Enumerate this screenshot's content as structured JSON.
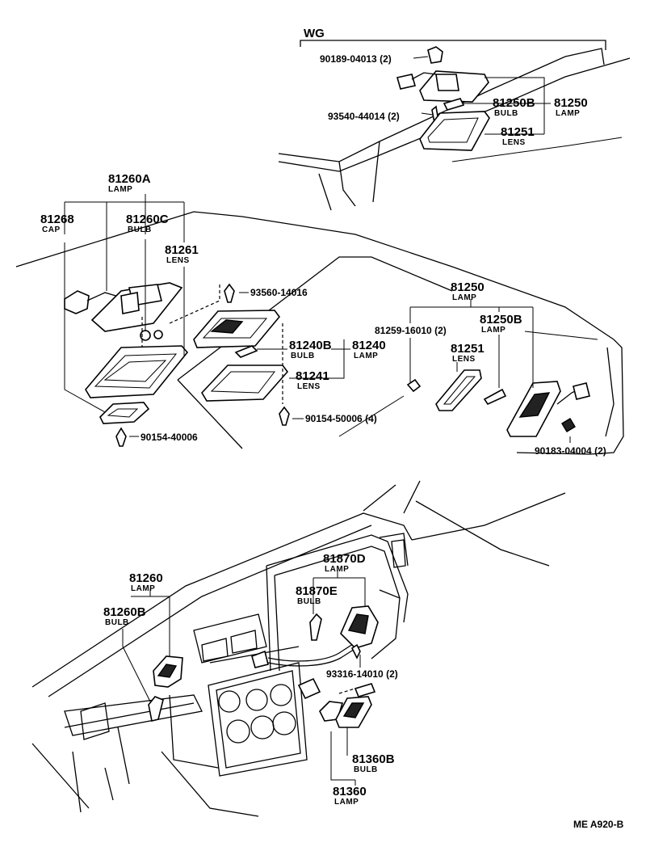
{
  "diagram": {
    "variant_label": "WG",
    "footer_code": "ME  A920-B",
    "labels": {
      "p90189": "90189-04013 (2)",
      "p93540": "93540-44014 (2)",
      "p81250B_top": "81250B",
      "bulb_top": "BULB",
      "p81250_top": "81250",
      "lamp_top": "LAMP",
      "p81251_top": "81251",
      "lens_top": "LENS",
      "p81260A": "81260A",
      "lamp_81260A": "LAMP",
      "p81268": "81268",
      "cap_81268": "CAP",
      "p81260C": "81260C",
      "bulb_81260C": "BULB",
      "p81261": "81261",
      "lens_81261": "LENS",
      "p93560": "93560-14016",
      "p81240B": "81240B",
      "bulb_81240B": "BULB",
      "p81240": "81240",
      "lamp_81240": "LAMP",
      "p81241": "81241",
      "lens_81241": "LENS",
      "p90154_50006": "90154-50006 (4)",
      "p90154_40006": "90154-40006",
      "p81250_mid": "81250",
      "lamp_mid": "LAMP",
      "p81259": "81259-16010 (2)",
      "p81250B_mid": "81250B",
      "lamp_81250B_mid": "LAMP",
      "p81251_mid": "81251",
      "lens_mid": "LENS",
      "p90183": "90183-04004 (2)",
      "p81260": "81260",
      "lamp_81260": "LAMP",
      "p81260B": "81260B",
      "bulb_81260B": "BULB",
      "p81870D": "81870D",
      "lamp_81870D": "LAMP",
      "p81870E": "81870E",
      "bulb_81870E": "BULB",
      "p93316": "93316-14010 (2)",
      "p81360B": "81360B",
      "bulb_81360B": "BULB",
      "p81360": "81360",
      "lamp_81360": "LAMP"
    }
  }
}
